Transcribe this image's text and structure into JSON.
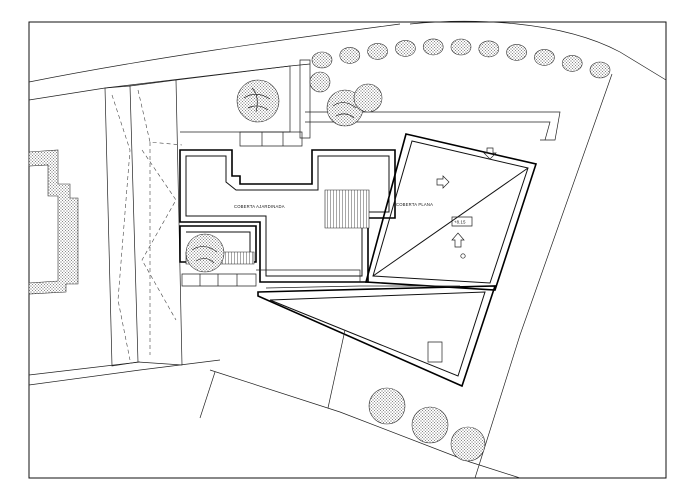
{
  "labels": {
    "pitched_roof": "COBERTA AJARDINADA",
    "flat_roof": "COBERTA PLANA",
    "elevation": "+8.15"
  }
}
